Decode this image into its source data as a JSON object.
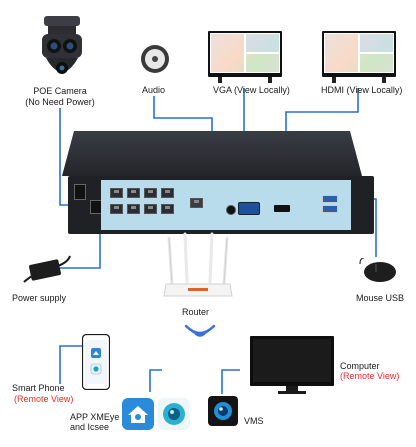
{
  "labels": {
    "poe_camera": "POE Camera",
    "poe_camera_note": "(No Need Power)",
    "audio": "Audio",
    "vga": "VGA (View Locally)",
    "hdmi": "HDMI (View Locally)",
    "power_supply": "Power supply",
    "mouse_usb": "Mouse USB",
    "router": "Router",
    "smart_phone": "Smart Phone",
    "smart_phone_remote": "(Remote View)",
    "app_line1": "APP XMEye",
    "app_line2": "and Icsee",
    "vms": "VMS",
    "computer": "Computer",
    "computer_remote": "(Remote View)"
  },
  "colors": {
    "wire": "#2a6fd6",
    "remote_text": "#e0302a",
    "panel": "#b9dcec",
    "chassis": "#23252a"
  },
  "icons": [
    "poe-camera-icon",
    "audio-microphone-icon",
    "vga-monitor-icon",
    "hdmi-monitor-icon",
    "nvr-device-icon",
    "power-adapter-icon",
    "mouse-icon",
    "router-icon",
    "wifi-signal-icon",
    "smartphone-icon",
    "app-house-icon",
    "app-camera-lens-icon",
    "vms-app-icon",
    "computer-monitor-icon"
  ]
}
